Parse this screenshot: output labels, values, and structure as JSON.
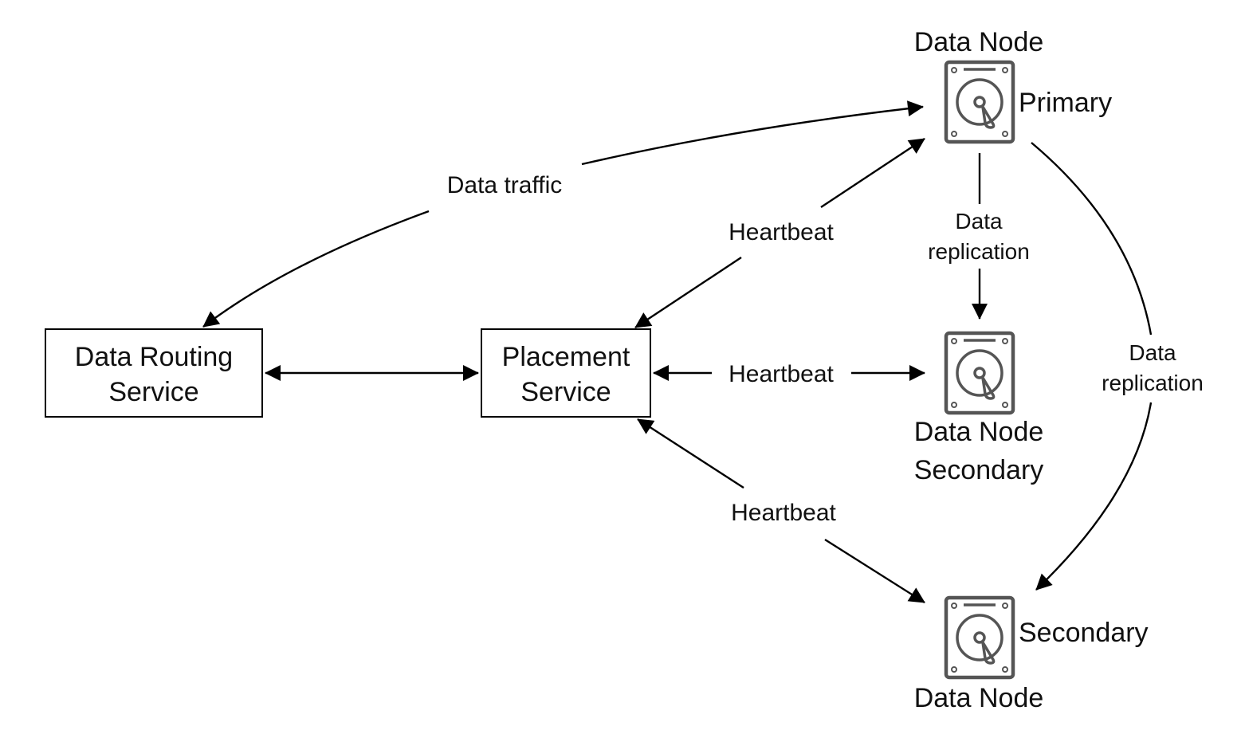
{
  "nodes": {
    "routing": {
      "line1": "Data Routing",
      "line2": "Service"
    },
    "placement": {
      "line1": "Placement",
      "line2": "Service"
    },
    "primary": {
      "title": "Data Node",
      "role": "Primary"
    },
    "secondary1": {
      "line1": "Data Node",
      "line2": "Secondary"
    },
    "secondary2": {
      "role": "Secondary",
      "title": "Data Node"
    }
  },
  "edges": {
    "data_traffic": "Data traffic",
    "heartbeat_primary": "Heartbeat",
    "heartbeat_secondary1": "Heartbeat",
    "heartbeat_secondary2": "Heartbeat",
    "replication_secondary1": {
      "line1": "Data",
      "line2": "replication"
    },
    "replication_secondary2": {
      "line1": "Data",
      "line2": "replication"
    }
  },
  "icons": {
    "primary": "hard-drive-icon",
    "secondary1": "hard-drive-icon",
    "secondary2": "hard-drive-icon"
  },
  "colors": {
    "line": "#000000",
    "icon": "#555555"
  }
}
